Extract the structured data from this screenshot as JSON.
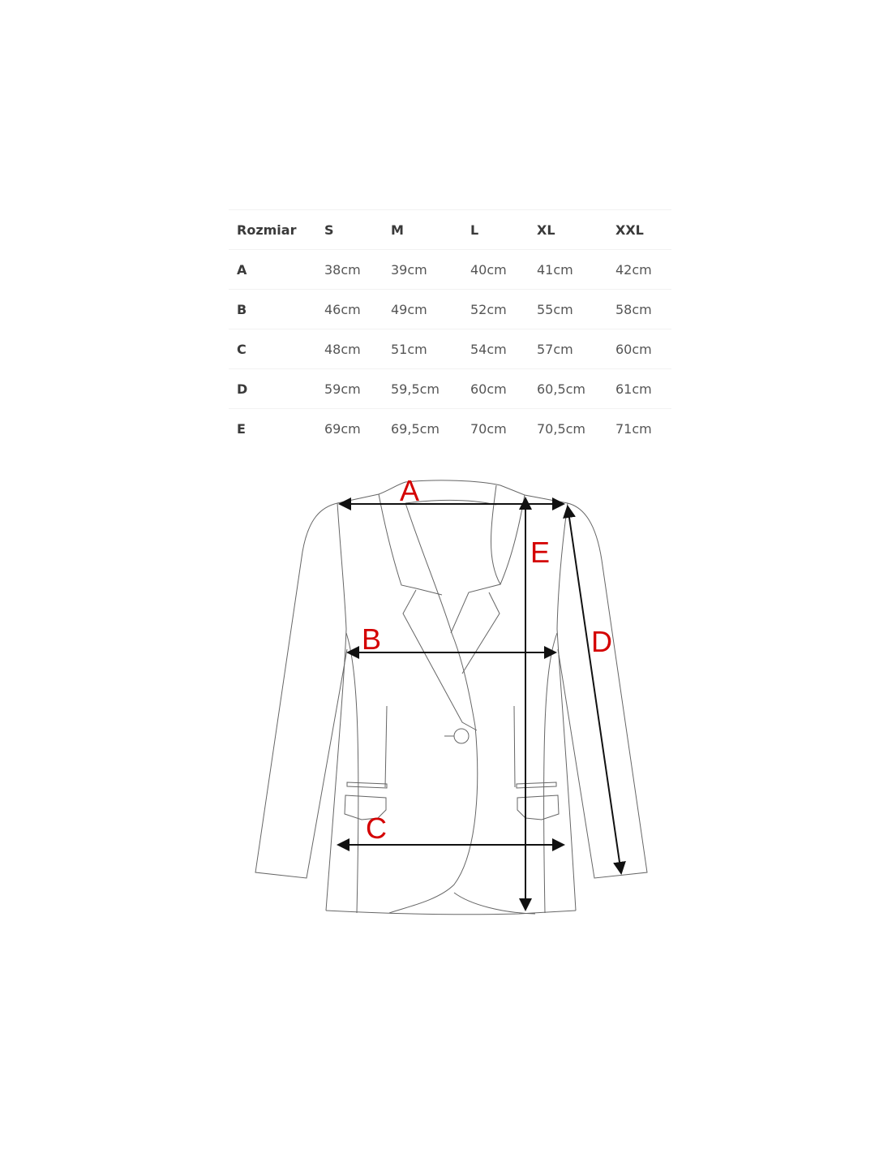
{
  "table": {
    "headers": [
      "Rozmiar",
      "S",
      "M",
      "L",
      "XL",
      "XXL"
    ],
    "rows": [
      {
        "label": "A",
        "values": [
          "38cm",
          "39cm",
          "40cm",
          "41cm",
          "42cm"
        ]
      },
      {
        "label": "B",
        "values": [
          "46cm",
          "49cm",
          "52cm",
          "55cm",
          "58cm"
        ]
      },
      {
        "label": "C",
        "values": [
          "48cm",
          "51cm",
          "54cm",
          "57cm",
          "60cm"
        ]
      },
      {
        "label": "D",
        "values": [
          "59cm",
          "59,5cm",
          "60cm",
          "60,5cm",
          "61cm"
        ]
      },
      {
        "label": "E",
        "values": [
          "69cm",
          "69,5cm",
          "70cm",
          "70,5cm",
          "71cm"
        ]
      }
    ]
  },
  "diagram": {
    "labels": {
      "a": "A",
      "b": "B",
      "c": "C",
      "d": "D",
      "e": "E"
    },
    "label_color": "#d40000"
  }
}
